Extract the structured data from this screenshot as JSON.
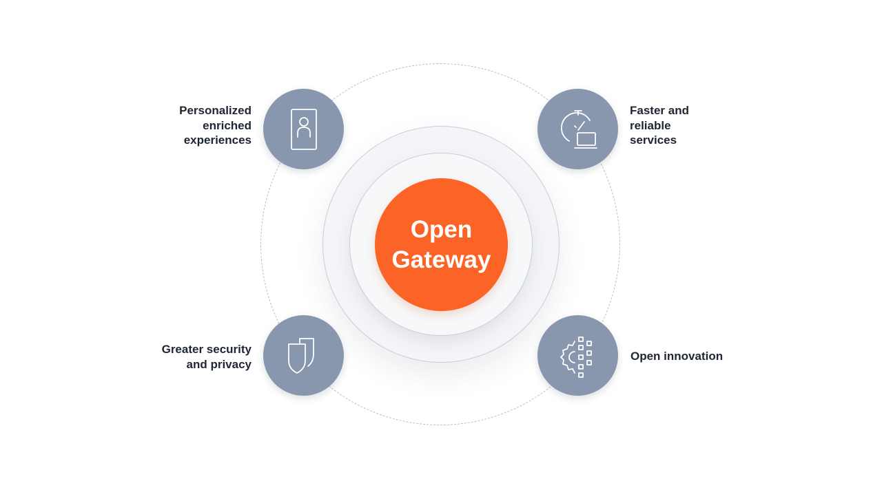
{
  "center": {
    "title_line1": "Open",
    "title_line2": "Gateway",
    "color": "#fb6426"
  },
  "node_color": "#8896ae",
  "benefits": [
    {
      "position": "top-left",
      "icon": "person-card-icon",
      "lines": [
        "Personalized",
        "enriched",
        "experiences"
      ]
    },
    {
      "position": "top-right",
      "icon": "stopwatch-laptop-icon",
      "lines": [
        "Faster and",
        "reliable",
        "services"
      ]
    },
    {
      "position": "bottom-left",
      "icon": "double-shield-icon",
      "lines": [
        "Greater security",
        "and privacy"
      ]
    },
    {
      "position": "bottom-right",
      "icon": "gear-blocks-icon",
      "lines": [
        "Open innovation"
      ]
    }
  ]
}
